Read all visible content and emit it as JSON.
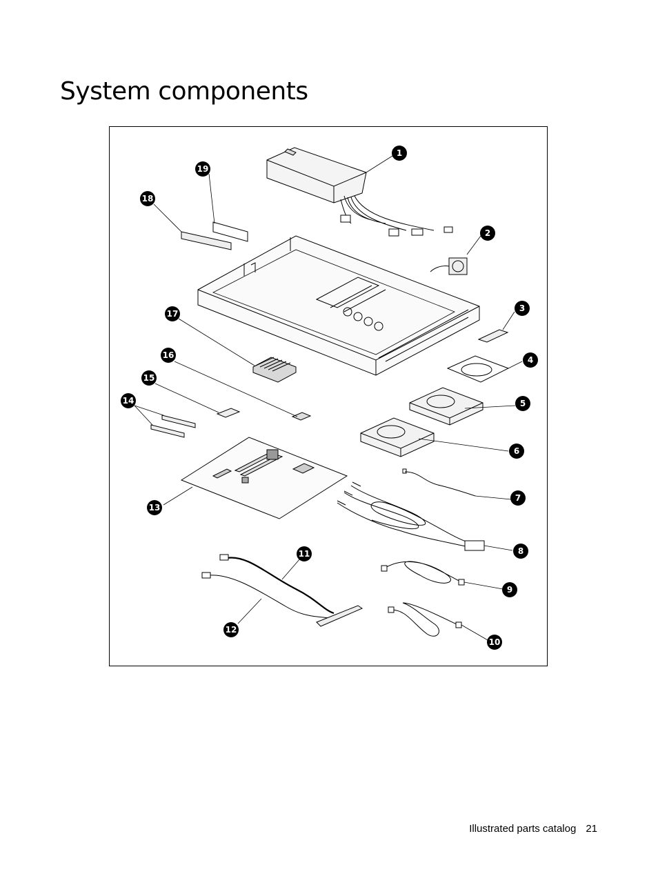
{
  "page": {
    "title": "System components"
  },
  "footer": {
    "section": "Illustrated parts catalog",
    "page_number": "21"
  },
  "figure": {
    "callouts": [
      {
        "id": "callout-1",
        "label": "1"
      },
      {
        "id": "callout-2",
        "label": "2"
      },
      {
        "id": "callout-3",
        "label": "3"
      },
      {
        "id": "callout-4",
        "label": "4"
      },
      {
        "id": "callout-5",
        "label": "5"
      },
      {
        "id": "callout-6",
        "label": "6"
      },
      {
        "id": "callout-7",
        "label": "7"
      },
      {
        "id": "callout-8",
        "label": "8"
      },
      {
        "id": "callout-9",
        "label": "9"
      },
      {
        "id": "callout-10",
        "label": "10"
      },
      {
        "id": "callout-11",
        "label": "11"
      },
      {
        "id": "callout-12",
        "label": "12"
      },
      {
        "id": "callout-13",
        "label": "13"
      },
      {
        "id": "callout-14",
        "label": "14"
      },
      {
        "id": "callout-15",
        "label": "15"
      },
      {
        "id": "callout-16",
        "label": "16"
      },
      {
        "id": "callout-17",
        "label": "17"
      },
      {
        "id": "callout-18",
        "label": "18"
      },
      {
        "id": "callout-19",
        "label": "19"
      }
    ]
  }
}
